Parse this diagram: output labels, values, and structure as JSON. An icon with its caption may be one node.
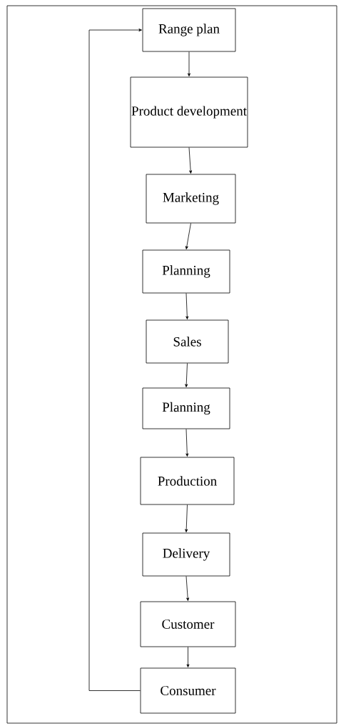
{
  "diagram": {
    "nodes": [
      {
        "text": [
          "Range plan"
        ]
      },
      {
        "text": [
          "Product development"
        ]
      },
      {
        "text": [
          "Marketing"
        ]
      },
      {
        "text": [
          "Planning"
        ]
      },
      {
        "text": [
          "Sales"
        ]
      },
      {
        "text": [
          "Planning"
        ]
      },
      {
        "text": [
          "Production"
        ]
      },
      {
        "text": [
          "Delivery"
        ]
      },
      {
        "text": [
          "Customer"
        ]
      },
      {
        "text": [
          "Consumer"
        ]
      }
    ],
    "edges": [
      {
        "from": 0,
        "to": 1,
        "arrow": "to"
      },
      {
        "from": 1,
        "to": 2,
        "arrow": "to"
      },
      {
        "from": 2,
        "to": 3,
        "arrow": "to"
      },
      {
        "from": 3,
        "to": 4,
        "arrow": "to"
      },
      {
        "from": 4,
        "to": 5,
        "arrow": "to"
      },
      {
        "from": 5,
        "to": 6,
        "arrow": "to"
      },
      {
        "from": 6,
        "to": 7,
        "arrow": "to"
      },
      {
        "from": 7,
        "to": 8,
        "arrow": "to"
      },
      {
        "from": 8,
        "to": 9,
        "arrow": "to"
      },
      {
        "from": 9,
        "to": 0,
        "arrow": "to"
      }
    ]
  }
}
